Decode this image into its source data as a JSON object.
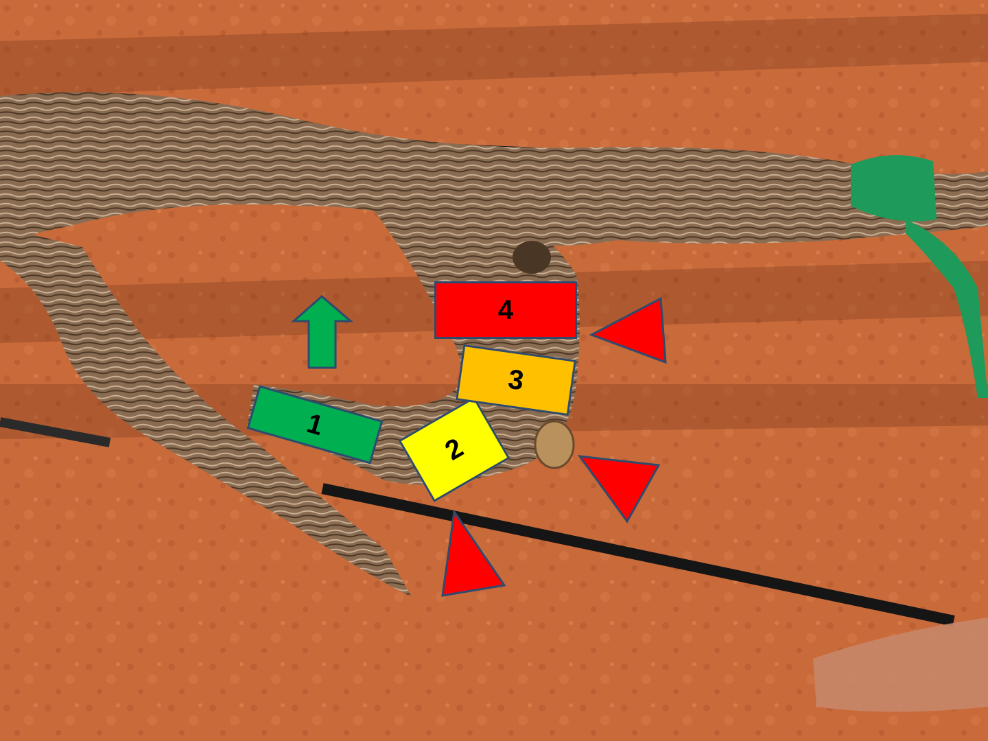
{
  "labels": [
    {
      "text": "1",
      "color": "#00b050"
    },
    {
      "text": "2",
      "color": "#ffff00"
    },
    {
      "text": "3",
      "color": "#ffc000"
    },
    {
      "text": "4",
      "color": "#ff0000"
    }
  ],
  "marker_color": "#ff0000",
  "arrow_color": "#00b050",
  "outline_color": "#2f4a6d",
  "tape_color": "#1e9a5a"
}
